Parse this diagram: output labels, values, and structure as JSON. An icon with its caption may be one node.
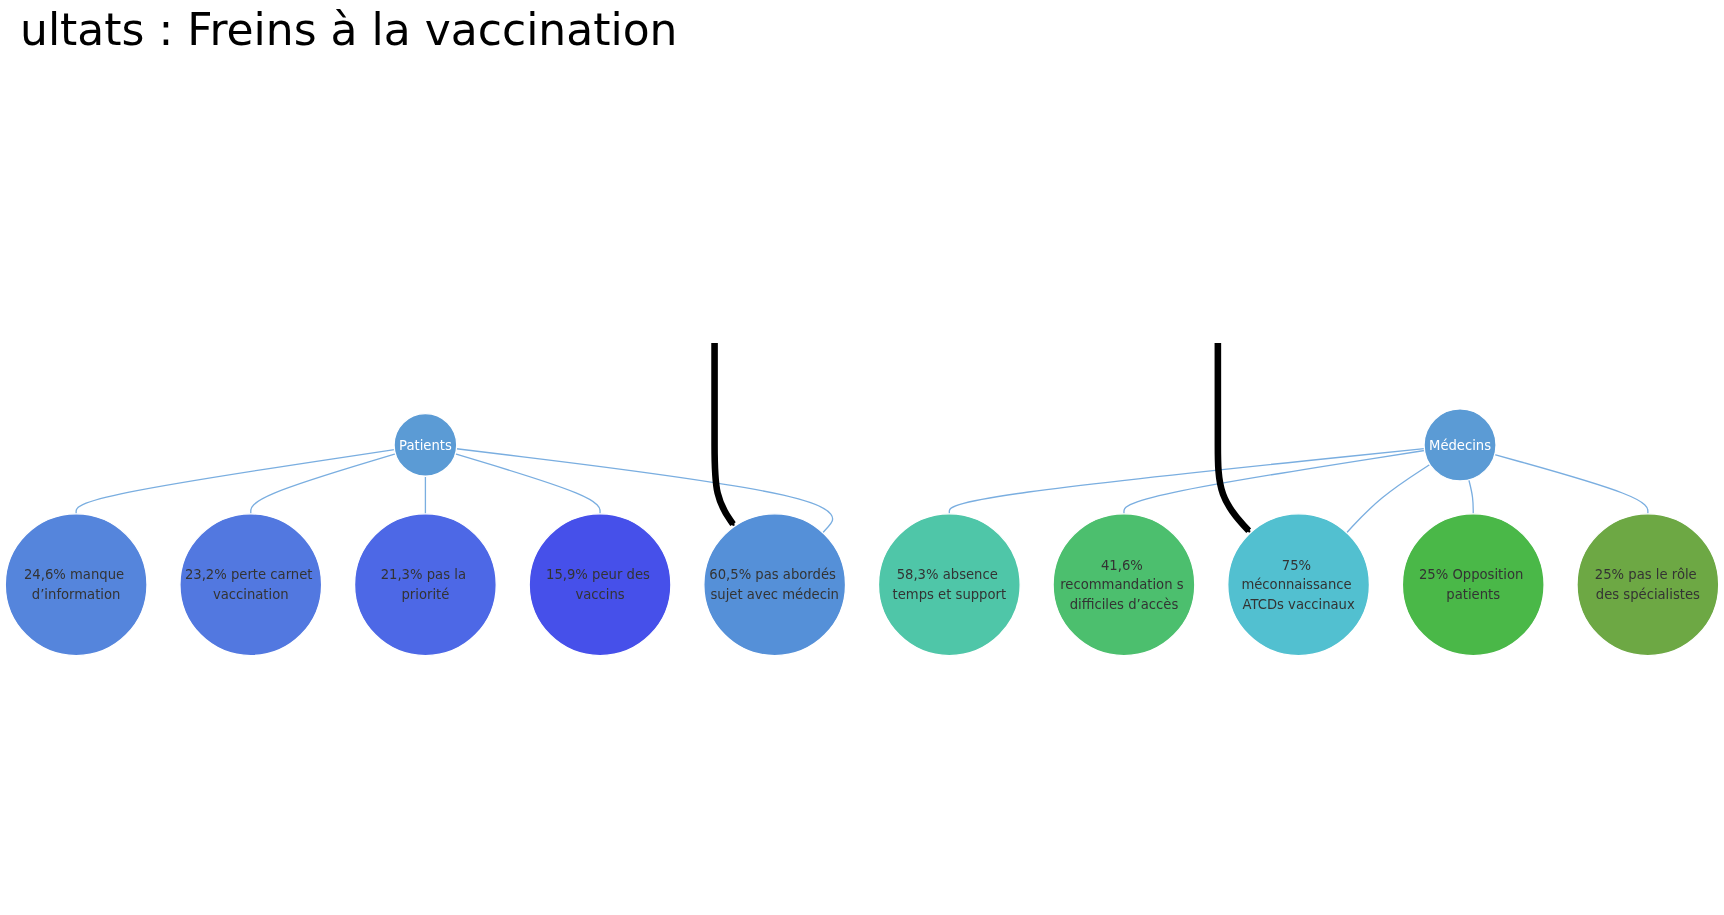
{
  "diagram": {
    "title": "ultats : Freins à la vaccination",
    "nodes": [
      {
        "text": [
          "Patients"
        ]
      },
      {
        "text": [
          "60,5% pas abordés sujet avec médecin"
        ]
      },
      {
        "text": [
          "24,6% manque d’information"
        ]
      },
      {
        "text": [
          "23,2% perte carnet vaccination"
        ]
      },
      {
        "text": [
          "21,3% pas la priorité"
        ]
      },
      {
        "text": [
          "15,9% peur des vaccins"
        ]
      },
      {
        "text": [
          "Médecins"
        ]
      },
      {
        "text": [
          "75% méconnaissance ATCDs vaccinaux"
        ]
      },
      {
        "text": [
          "58,3% absence temps et support"
        ]
      },
      {
        "text": [
          "41,6% recommandation s difficiles d’accès"
        ]
      },
      {
        "text": [
          "25% Opposition patients"
        ]
      },
      {
        "text": [
          "25% pas le rôle des spécialistes"
        ]
      }
    ],
    "edges": [
      {
        "from": 0,
        "to": 1,
        "arrow": "none"
      },
      {
        "from": 0,
        "to": 2,
        "arrow": "none"
      },
      {
        "from": 0,
        "to": 3,
        "arrow": "none"
      },
      {
        "from": 0,
        "to": 4,
        "arrow": "none"
      },
      {
        "from": 0,
        "to": 5,
        "arrow": "none"
      },
      {
        "from": 6,
        "to": 7,
        "arrow": "none"
      },
      {
        "from": 6,
        "to": 8,
        "arrow": "none"
      },
      {
        "from": 6,
        "to": 9,
        "arrow": "none"
      },
      {
        "from": 6,
        "to": 10,
        "arrow": "none"
      },
      {
        "from": 6,
        "to": 11,
        "arrow": "none"
      },
      {
        "from": null,
        "to": 1,
        "arrow": "to",
        "style": "thick",
        "color": "#000000"
      },
      {
        "from": null,
        "to": 7,
        "arrow": "to",
        "style": "thick",
        "color": "#000000"
      }
    ]
  }
}
